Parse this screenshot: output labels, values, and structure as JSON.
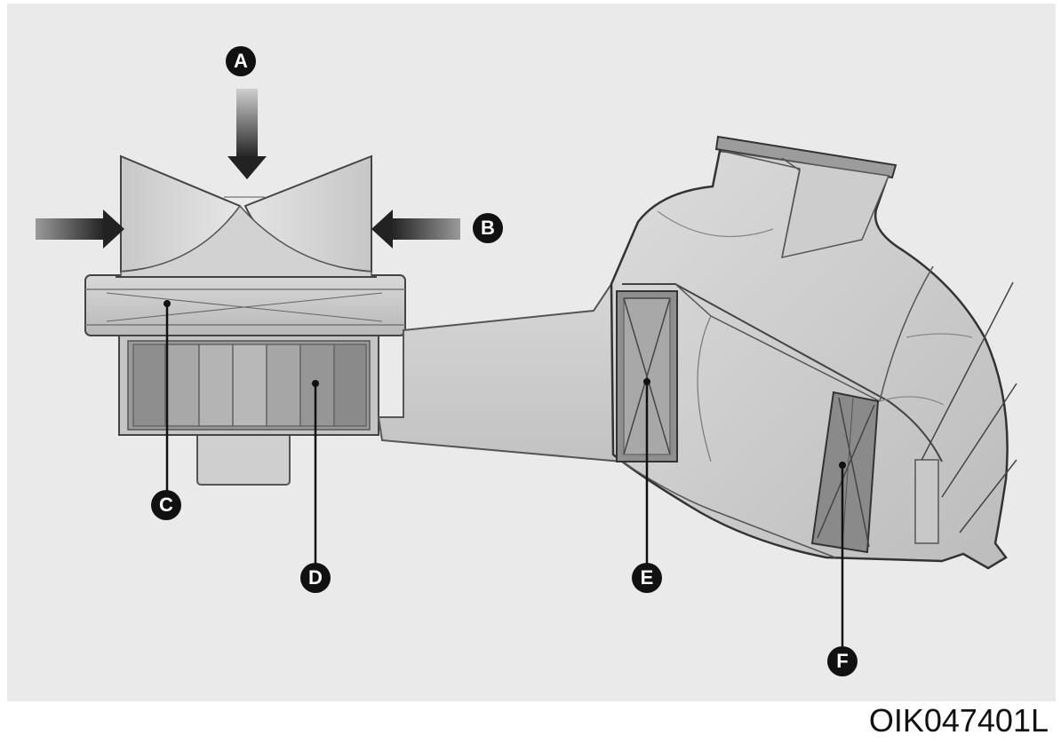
{
  "callouts": {
    "a": "A",
    "b": "B",
    "c": "C",
    "d": "D",
    "e": "E",
    "f": "F"
  },
  "figure_code": "OIK047401L",
  "colors": {
    "panel": "#eaeaea",
    "housing_light": "#d9d9d9",
    "housing_mid": "#bdbdbd",
    "housing_dark": "#8a8a8a",
    "callout": "#111111"
  }
}
